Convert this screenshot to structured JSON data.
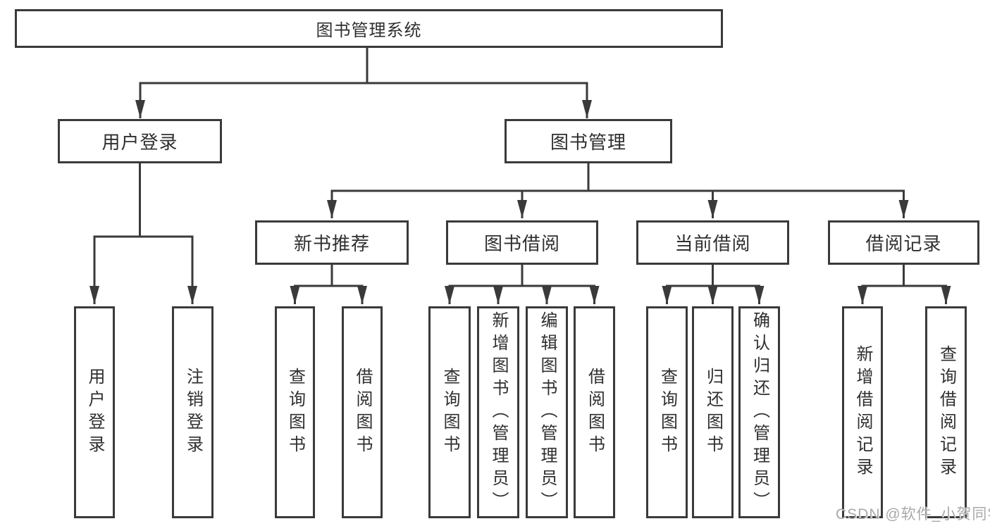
{
  "diagram": {
    "colors": {
      "line": "#3a3a3a",
      "border": "#3a3a3a",
      "text": "#2f2f2f",
      "watermark_text": "#a9a9a9",
      "background": "#ffffff"
    },
    "watermark": "CSDN @软件_小贺同学",
    "nodes": {
      "root": {
        "label": "图书管理系统"
      },
      "level2": [
        {
          "label": "用户登录"
        },
        {
          "label": "图书管理"
        }
      ],
      "level3": [
        {
          "label": "新书推荐"
        },
        {
          "label": "图书借阅"
        },
        {
          "label": "当前借阅"
        },
        {
          "label": "借阅记录"
        }
      ],
      "leaves": [
        {
          "label": "用户登录"
        },
        {
          "label": "注销登录"
        },
        {
          "label": "查询图书"
        },
        {
          "label": "借阅图书"
        },
        {
          "label": "查询图书"
        },
        {
          "label": "新增图书（管理员）"
        },
        {
          "label": "编辑图书（管理员）"
        },
        {
          "label": "借阅图书"
        },
        {
          "label": "查询图书"
        },
        {
          "label": "归还图书"
        },
        {
          "label": "确认归还（管理员）"
        },
        {
          "label": "新增借阅记录"
        },
        {
          "label": "查询借阅记录"
        }
      ]
    }
  }
}
